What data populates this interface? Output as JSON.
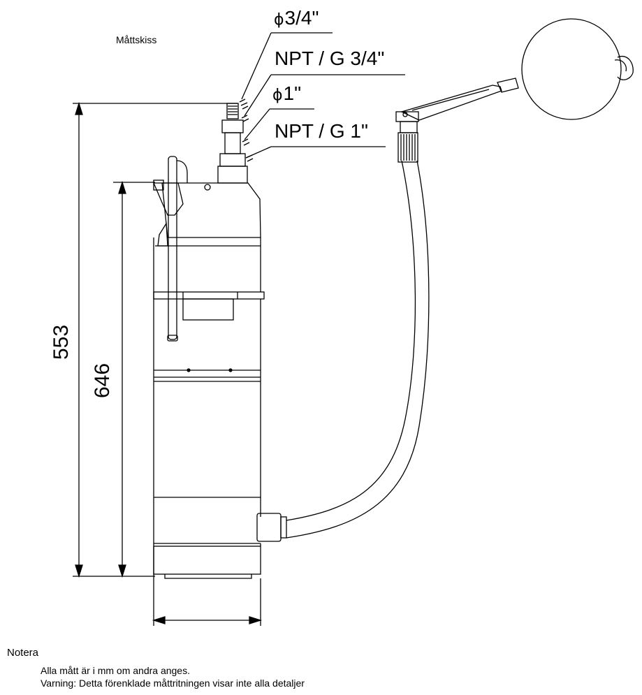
{
  "sketch_title": "Måttskiss",
  "callouts": [
    {
      "diameter": true,
      "text": "3/4\""
    },
    {
      "diameter": false,
      "text": "NPT / G 3/4\""
    },
    {
      "diameter": true,
      "text": "1\""
    },
    {
      "diameter": false,
      "text": "NPT / G 1\""
    }
  ],
  "symbols": {
    "diameter": "ϕ"
  },
  "dimensions": {
    "outer_height": "553",
    "inner_height": "646"
  },
  "notes": {
    "heading": "Notera",
    "lines": [
      "Alla mått är i mm om andra anges.",
      "Varning: Detta förenklade måttritningen visar inte alla detaljer"
    ]
  }
}
